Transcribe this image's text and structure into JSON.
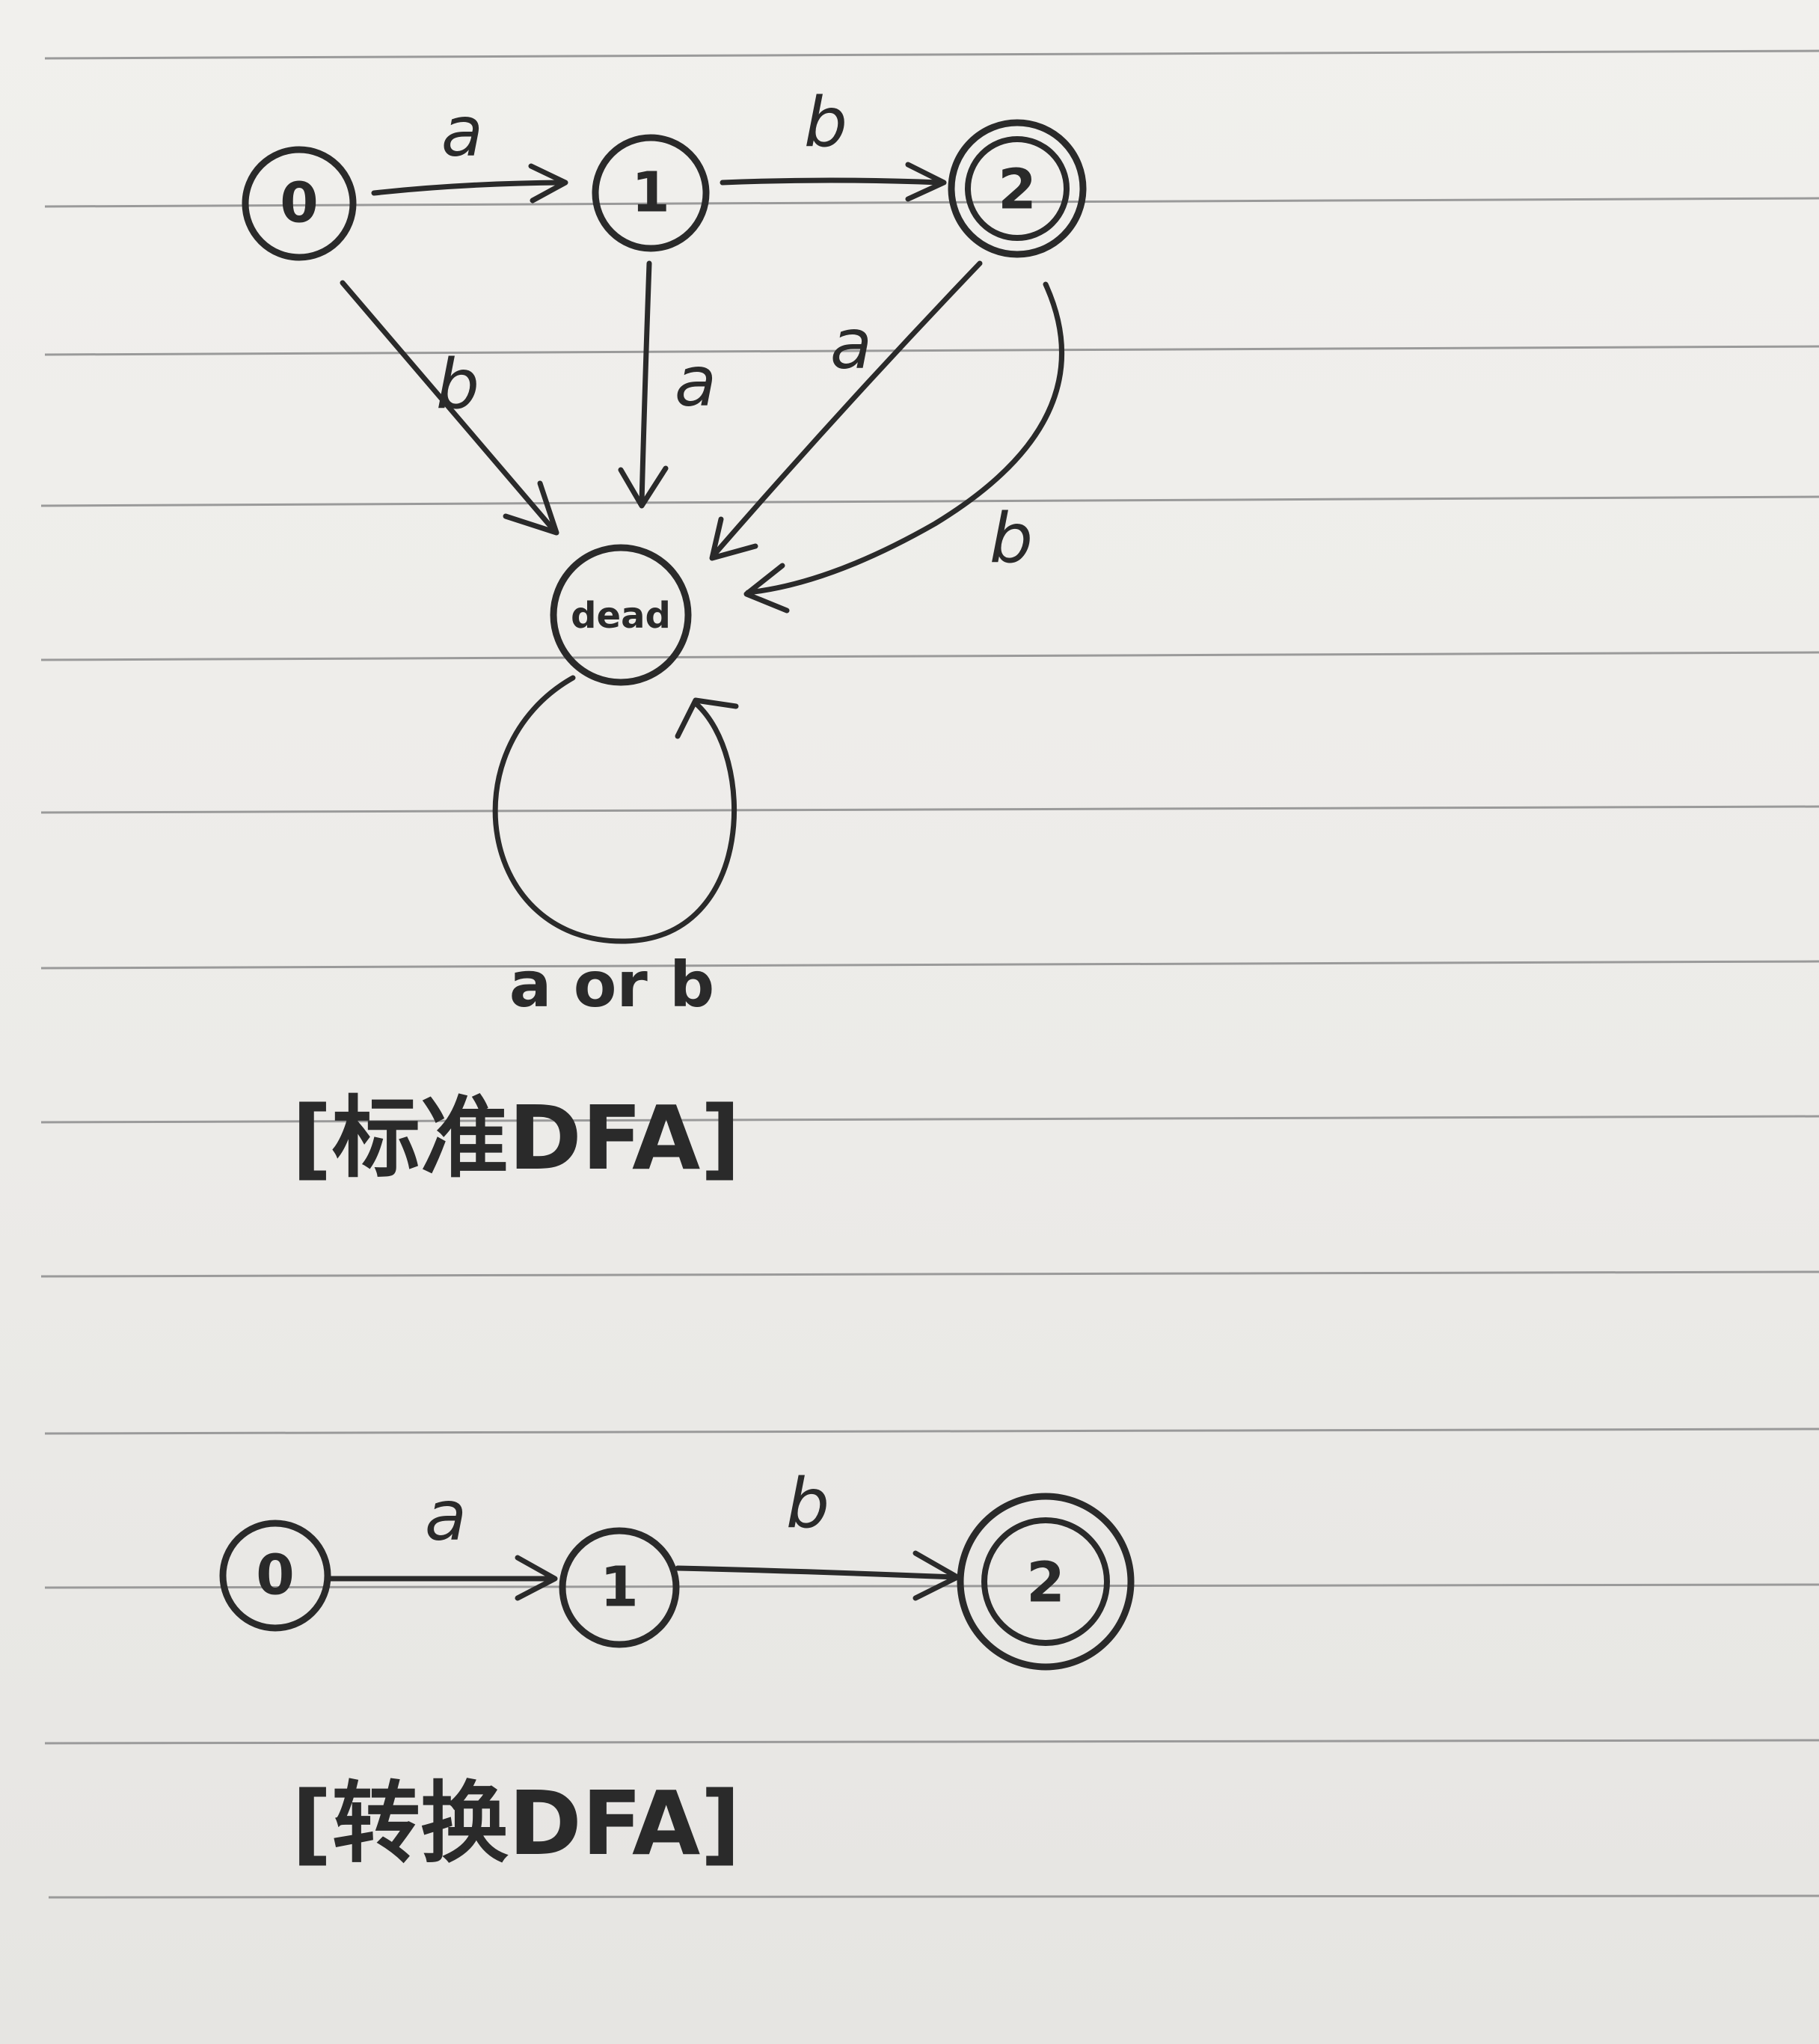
{
  "diagrams": [
    {
      "caption": "[标准DFA]",
      "states": [
        {
          "label": "0",
          "accepting": false
        },
        {
          "label": "1",
          "accepting": false
        },
        {
          "label": "2",
          "accepting": true
        },
        {
          "label": "dead",
          "accepting": false
        }
      ],
      "transitions": [
        {
          "from": "0",
          "to": "1",
          "symbol": "a"
        },
        {
          "from": "1",
          "to": "2",
          "symbol": "b"
        },
        {
          "from": "0",
          "to": "dead",
          "symbol": "b"
        },
        {
          "from": "1",
          "to": "dead",
          "symbol": "a"
        },
        {
          "from": "2",
          "to": "dead",
          "symbol": "a"
        },
        {
          "from": "2",
          "to": "dead",
          "symbol": "b"
        },
        {
          "from": "dead",
          "to": "dead",
          "symbol": "a or b"
        }
      ]
    },
    {
      "caption": "[转换DFA]",
      "states": [
        {
          "label": "0",
          "accepting": false
        },
        {
          "label": "1",
          "accepting": false
        },
        {
          "label": "2",
          "accepting": true
        }
      ],
      "transitions": [
        {
          "from": "0",
          "to": "1",
          "symbol": "a"
        },
        {
          "from": "1",
          "to": "2",
          "symbol": "b"
        }
      ]
    }
  ],
  "colors": {
    "paper": "#eeedea",
    "ink": "#2a2a2a",
    "rule": "#9a9a9a"
  }
}
